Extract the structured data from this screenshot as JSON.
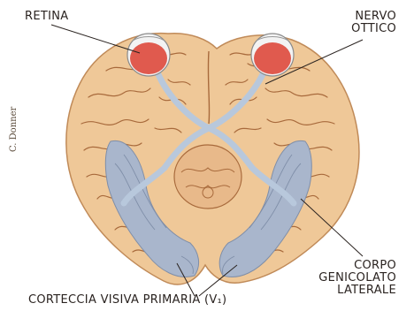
{
  "labels": {
    "retina": "RETINA",
    "nervo_ottico_line1": "NERVO",
    "nervo_ottico_line2": "OTTICO",
    "corpo_line1": "CORPO",
    "corpo_line2": "GENICOLATO",
    "corpo_line3": "LATERALE",
    "corteccia": "CORTECCIA VISIVA PRIMARIA (V₁)"
  },
  "signature": "C. Donner",
  "colors": {
    "brain": "#efc898",
    "brain_shadow": "#d9a46e",
    "sulci": "#a86a3c",
    "eye": "#e05a4e",
    "optic_path": "#b8c8dc",
    "visual_cortex": "#a9b6cc"
  }
}
